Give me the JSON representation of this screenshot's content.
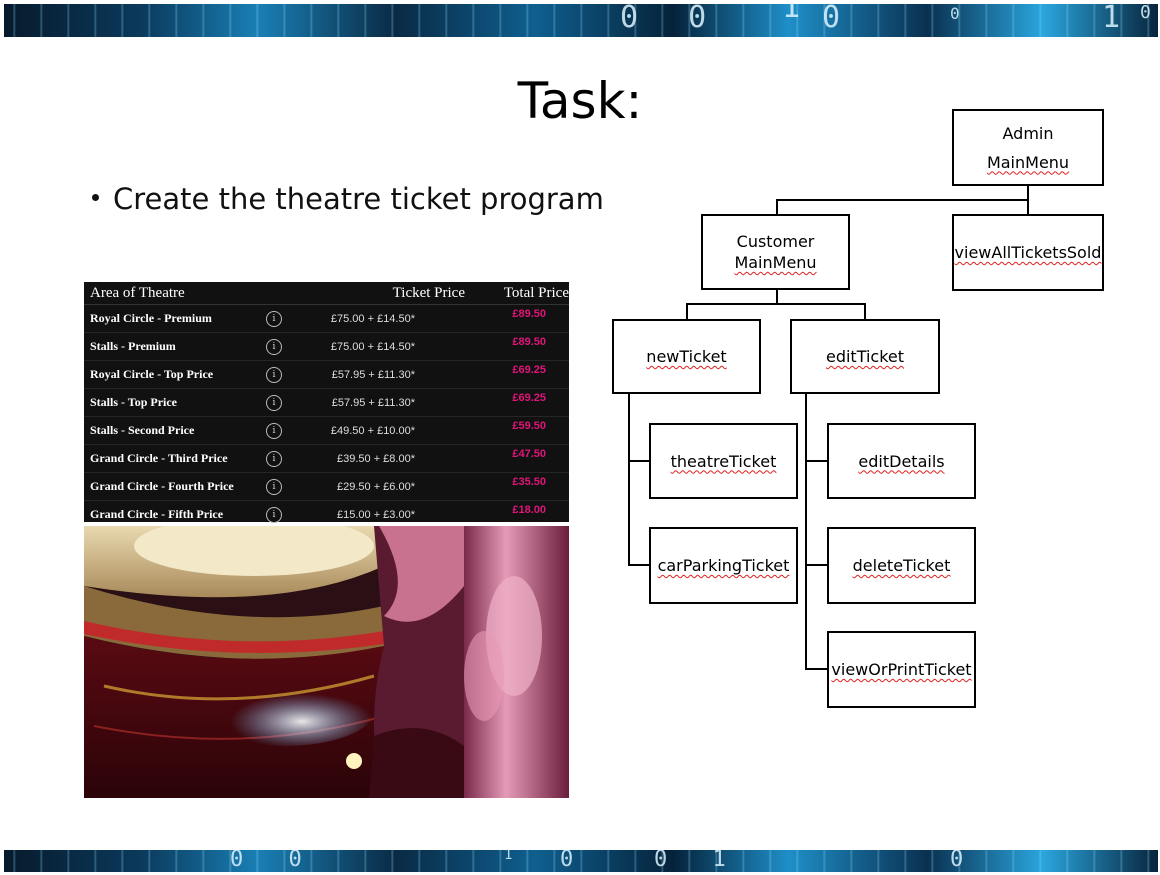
{
  "slide": {
    "title": "Task:",
    "bullet": "Create the theatre ticket program"
  },
  "band_digits_top": [
    "0 0",
    "1",
    "0",
    "0",
    "1",
    "0"
  ],
  "band_digits_bottom": [
    "0 0",
    "0 1",
    "0",
    "1",
    "0"
  ],
  "ticket_table": {
    "headers": {
      "area": "Area of Theatre",
      "ticket": "Ticket Price",
      "total": "Total Price"
    },
    "rows": [
      {
        "area": "Royal Circle - Premium",
        "price": "£75.00 + £14.50*",
        "total": "£89.50"
      },
      {
        "area": "Stalls - Premium",
        "price": "£75.00 + £14.50*",
        "total": "£89.50"
      },
      {
        "area": "Royal Circle - Top Price",
        "price": "£57.95 + £11.30*",
        "total": "£69.25"
      },
      {
        "area": "Stalls - Top Price",
        "price": "£57.95 + £11.30*",
        "total": "£69.25"
      },
      {
        "area": "Stalls - Second Price",
        "price": "£49.50 + £10.00*",
        "total": "£59.50"
      },
      {
        "area": "Grand Circle - Third Price",
        "price": "£39.50 + £8.00*",
        "total": "£47.50"
      },
      {
        "area": "Grand Circle - Fourth Price",
        "price": "£29.50 + £6.00*",
        "total": "£35.50"
      },
      {
        "area": "Grand Circle - Fifth Price",
        "price": "£15.00 + £3.00*",
        "total": "£18.00"
      }
    ],
    "info_glyph": "i",
    "total_color": "#e0147a"
  },
  "diagram": {
    "admin": {
      "line1": "Admin",
      "line2": "MainMenu"
    },
    "customer": {
      "line1": "Customer",
      "line2": "MainMenu"
    },
    "view_all": "viewAllTicketsSold",
    "new_ticket": "newTicket",
    "edit_ticket": "editTicket",
    "theatre_ticket": "theatreTicket",
    "car_parking_ticket": "carParkingTicket",
    "edit_details": "editDetails",
    "delete_ticket": "deleteTicket",
    "view_or_print": "viewOrPrintTicket"
  },
  "colors": {
    "band_accent": "#1e8fc8",
    "spellcheck": "#e02020"
  }
}
